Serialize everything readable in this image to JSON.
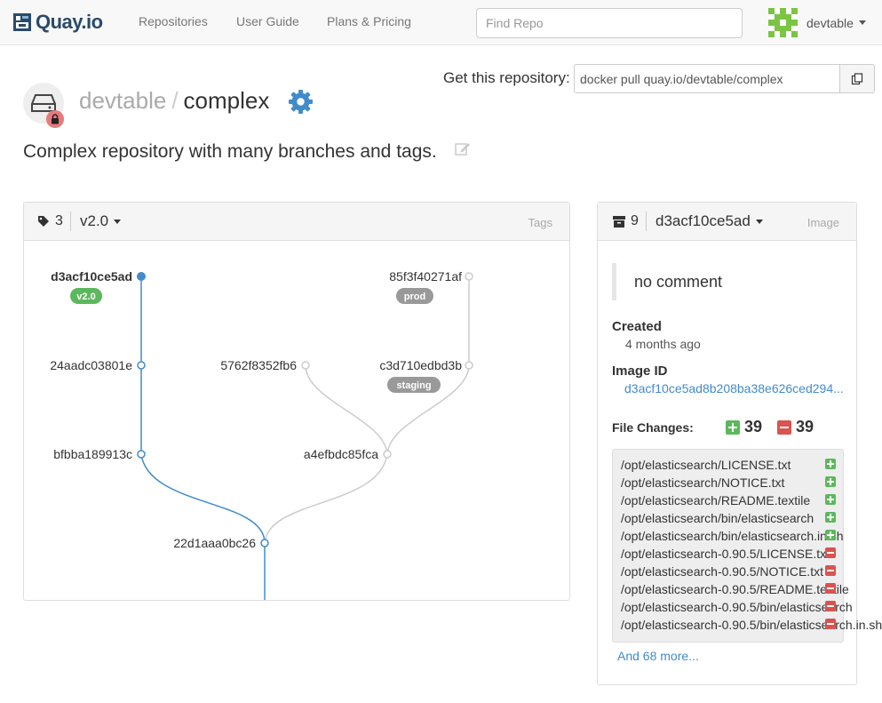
{
  "nav": {
    "brand": "Quay.io",
    "links": [
      "Repositories",
      "User Guide",
      "Plans & Pricing"
    ],
    "search_placeholder": "Find Repo",
    "username": "devtable"
  },
  "header": {
    "get_label": "Get this repository:",
    "pull_command": "docker pull quay.io/devtable/complex",
    "namespace": "devtable",
    "separator": "/",
    "repo_name": "complex",
    "description": "Complex repository with many branches and tags."
  },
  "tags_panel": {
    "count": "3",
    "selected": "v2.0",
    "label": "Tags",
    "nodes": [
      {
        "id": "d3acf10ce5ad",
        "tag": "v2.0"
      },
      {
        "id": "24aadc03801e"
      },
      {
        "id": "bfbba189913c"
      },
      {
        "id": "22d1aaa0bc26"
      },
      {
        "id": "85f3f40271af",
        "tag": "prod"
      },
      {
        "id": "c3d710edbd3b",
        "tag": "staging"
      },
      {
        "id": "5762f8352fb6"
      },
      {
        "id": "a4efbdc85fca"
      }
    ]
  },
  "image_panel": {
    "count": "9",
    "selected": "d3acf10ce5ad",
    "label": "Image",
    "comment": "no comment",
    "created_label": "Created",
    "created_value": "4 months ago",
    "image_id_label": "Image ID",
    "image_id_value": "d3acf10ce5ad8b208ba38e626ced294...",
    "file_changes_label": "File Changes:",
    "added_count": "39",
    "removed_count": "39",
    "changes": [
      {
        "path": "/opt/elasticsearch/LICENSE.txt",
        "type": "added"
      },
      {
        "path": "/opt/elasticsearch/NOTICE.txt",
        "type": "added"
      },
      {
        "path": "/opt/elasticsearch/README.textile",
        "type": "added"
      },
      {
        "path": "/opt/elasticsearch/bin/elasticsearch",
        "type": "added"
      },
      {
        "path": "/opt/elasticsearch/bin/elasticsearch.in.sh",
        "type": "added"
      },
      {
        "path": "/opt/elasticsearch-0.90.5/LICENSE.txt",
        "type": "removed"
      },
      {
        "path": "/opt/elasticsearch-0.90.5/NOTICE.txt",
        "type": "removed"
      },
      {
        "path": "/opt/elasticsearch-0.90.5/README.textile",
        "type": "removed"
      },
      {
        "path": "/opt/elasticsearch-0.90.5/bin/elasticsearch",
        "type": "removed"
      },
      {
        "path": "/opt/elasticsearch-0.90.5/bin/elasticsearch.in.sh",
        "type": "removed"
      }
    ],
    "more_link": "And 68 more..."
  },
  "colors": {
    "accent_blue": "#428bca",
    "tag_green": "#5cb85c",
    "tag_gray": "#999999",
    "lock_red": "#e7797c"
  }
}
